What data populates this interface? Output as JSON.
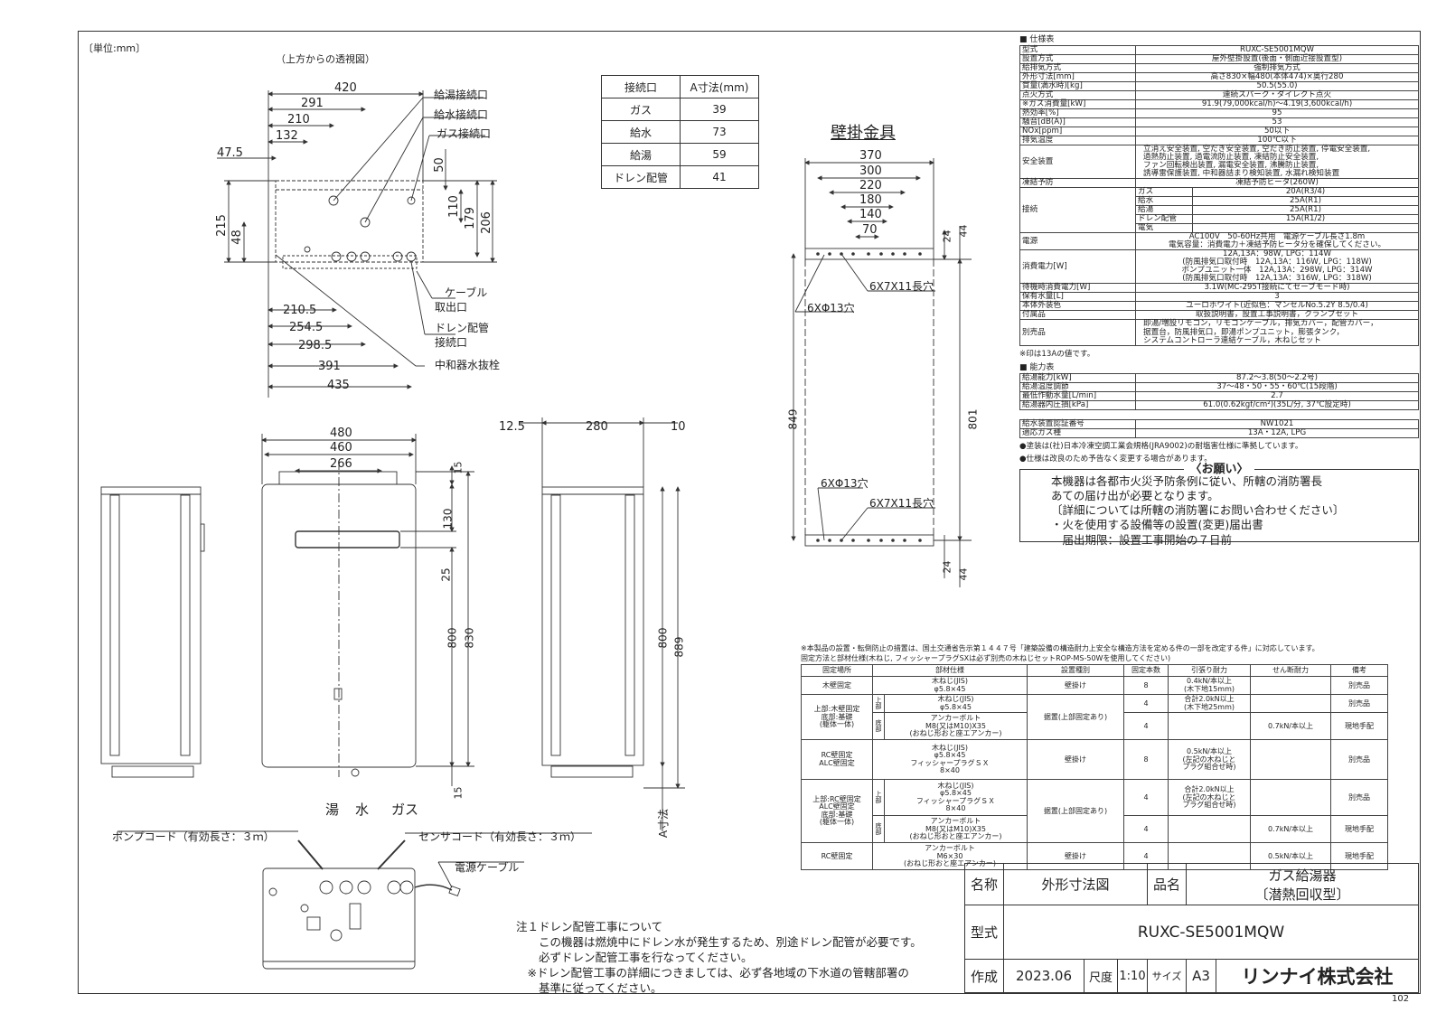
{
  "sheet": {
    "unit_label": "〔単位:mm〕",
    "top_view_label": "（上方からの透視図）",
    "page_number": "102",
    "bracket_title": "壁掛金具"
  },
  "top_view": {
    "widths": [
      "420",
      "291",
      "210",
      "132",
      "47.5"
    ],
    "heights": [
      "215",
      "48",
      "50",
      "110",
      "179",
      "206"
    ],
    "bottom_dims": [
      "210.5",
      "254.5",
      "298.5",
      "391",
      "435"
    ],
    "callouts": [
      "給湯接続口",
      "給水接続口",
      "ガス接続口",
      "ケーブル",
      "取出口",
      "ドレン配管",
      "接続口",
      "中和器水抜栓"
    ]
  },
  "connection_table": {
    "headers": [
      "接続口",
      "A寸法(mm)"
    ],
    "rows": [
      [
        "ガス",
        "39"
      ],
      [
        "給水",
        "73"
      ],
      [
        "給湯",
        "59"
      ],
      [
        "ドレン配管",
        "41"
      ]
    ]
  },
  "bracket": {
    "widths": [
      "370",
      "300",
      "220",
      "180",
      "140",
      "70"
    ],
    "heights": [
      "24",
      "44",
      "849",
      "801",
      "24",
      "44"
    ],
    "holes": [
      "6XΦ13穴",
      "6X7X11長穴",
      "6XΦ13穴",
      "6X7X11長穴"
    ]
  },
  "front_view": {
    "widths": [
      "480",
      "460",
      "266"
    ],
    "heights": [
      "15",
      "130",
      "25",
      "800",
      "830",
      "15"
    ],
    "labels": [
      "湯",
      "水",
      "ガス"
    ]
  },
  "side_view": {
    "widths": [
      "12.5",
      "280",
      "10"
    ],
    "heights": [
      "800",
      "889"
    ],
    "a_label": "A寸法"
  },
  "bottom_view": {
    "cords": [
      "ポンプコード（有効長さ：３ｍ）",
      "センサコード（有効長さ：３ｍ）",
      "電源ケーブル"
    ]
  },
  "note1": {
    "lines": [
      "注１ドレン配管工事について",
      "　　この機器は燃焼中にドレン水が発生するため、別途ドレン配管が必要です。",
      "　　必ずドレン配管工事を行なってください。",
      "　※ドレン配管工事の詳細につきましては、必ず各地域の下水道の管轄部署の",
      "　　基準に従ってください。"
    ]
  },
  "specs": {
    "header": "■ 仕様表",
    "rows": [
      [
        "型式",
        "RUXC-SE5001MQW"
      ],
      [
        "設置方式",
        "屋外壁掛設置(後面・側面近接設置型)"
      ],
      [
        "給排気方式",
        "強制排気方式"
      ],
      [
        "外形寸法[mm]",
        "高さ830×幅480(本体474)×奥行280"
      ],
      [
        "質量(満水時)[kg]",
        "50.5(55.0)"
      ],
      [
        "点火方式",
        "連続スパーク・ダイレクト点火"
      ],
      [
        "※ガス消費量[kW]",
        "91.9(79,000kcal/h)〜4.19(3,600kcal/h)"
      ],
      [
        "熱効率[%]",
        "95"
      ],
      [
        "騒音[dB(A)]",
        "53"
      ],
      [
        "NOx[ppm]",
        "50以下"
      ],
      [
        "排気温度",
        "100℃以下"
      ]
    ],
    "safety_label": "安全装置",
    "safety_value": [
      "立消え安全装置, 空だき安全装置, 空だき防止装置, 停電安全装置,",
      "過熱防止装置, 過電流防止装置, 凍結防止安全装置,",
      "ファン回転検出装置, 漏電安全装置, 沸騰防止装置,",
      "誘導雷保護装置, 中和器詰まり検知装置, 水漏れ検知装置"
    ],
    "freeze_label": "凍結予防",
    "freeze_value": "凍結予防ヒータ(260W)",
    "connect_label": "接続",
    "connect_rows": [
      [
        "ガス",
        "20A(R3/4)"
      ],
      [
        "給水",
        "25A(R1)"
      ],
      [
        "給湯",
        "25A(R1)"
      ],
      [
        "ドレン配管",
        "15A(R1/2)"
      ],
      [
        "電気",
        ""
      ]
    ],
    "power_label": "電源",
    "power_value": [
      "AC100V　50-60Hz共用　電源ケーブル長さ1.8m",
      "電気容量：消費電力＋凍結予防ヒータ分を確保してください。"
    ],
    "consume_label": "消費電力[W]",
    "consume_value": [
      "12A,13A：98W, LPG：114W",
      "(防風排気口取付時　12A,13A：116W, LPG：118W)",
      "ポンプユニット一体　12A,13A：298W, LPG：314W",
      "(防風排気口取付時　12A,13A：316W, LPG：318W)"
    ],
    "rows2": [
      [
        "待機時消費電力[W]",
        "3.1W(MC-295T接続にてセーブモード時)"
      ],
      [
        "保有水量[L]",
        "3"
      ],
      [
        "本体外装色",
        "ユーロホワイト(近似色：マンセルNo.5.2Y 8.5/0.4)"
      ],
      [
        "付属品",
        "取扱説明書，設置工事説明書，クランプセット"
      ]
    ],
    "sold_label": "別売品",
    "sold_value": [
      "即湯/増設リモコン，リモコンケーブル，排気カバー，配管カバー，",
      "据置台，防風排気口，即湯ポンプユニット，膨張タンク，",
      "システムコントローラ連結ケーブル，木ねじセット"
    ],
    "note_13a": "※印は13Aの値です。",
    "perf_header": "■ 能力表",
    "perf_rows": [
      [
        "給湯能力[kW]",
        "87.2〜3.8(50〜2.2号)"
      ],
      [
        "給湯温度調節",
        "37〜48・50・55・60℃(15段階)"
      ],
      [
        "最低作動水量[L/min]",
        "2.7"
      ],
      [
        "給湯器内圧損[kPa]",
        "61.0(0.62kgf/cm²)(35L/分, 37℃設定時)"
      ]
    ],
    "cert_rows": [
      [
        "給水装置認証番号",
        "NW1021"
      ],
      [
        "適応ガス種",
        "13A・12A, LPG"
      ]
    ],
    "footnotes": [
      "●塗装は(社)日本冷凍空調工業会規格(JRA9002)の耐塩害仕様に準拠しています。",
      "●仕様は改良のため予告なく変更する場合があります。"
    ]
  },
  "onegai": {
    "title": "〈お願い〉",
    "lines": [
      "本機器は各都市火災予防条例に従い、所轄の消防署長",
      "あての届け出が必要となります。",
      "〔詳細については所轄の消防署にお問い合わせください〕",
      "・火を使用する設備等の設置(変更)届出書",
      "　届出期限：設置工事開始の７日前"
    ]
  },
  "fixing": {
    "notes": [
      "※本製品の設置・転倒防止の措置は、国土交通省告示第１４４７号「建築設備の構造耐力上安全な構造方法を定める件の一部を改定する件」に対応しています。",
      "固定方法と部材仕様(木ねじ, フィッシャープラグSXは必ず別売の木ねじセットROP-MS-50Wを使用してください)"
    ],
    "headers": [
      "固定場所",
      "部材仕様",
      "設置種別",
      "固定本数",
      "引張り耐力",
      "せん断耐力",
      "備考"
    ],
    "wood": [
      "木壁固定",
      "木ねじ(JIS)",
      "φ5.8×45",
      "壁掛け",
      "8",
      "0.4kN/本以上",
      "(木下地15mm)",
      "別売品"
    ],
    "r2": [
      "上部:木壁固定",
      "上部",
      "木ねじ(JIS)",
      "φ5.8×45",
      "4",
      "合計2.0kN以上",
      "(木下地25mm)",
      "別売品"
    ],
    "r3": [
      "底部:基礎",
      "(躯体一体)",
      "底部",
      "アンカーボルト",
      "M8(又はM10)X35",
      "(おねじ形おと座エアンカー)",
      "据置(上部固定あり)",
      "4",
      "0.7kN/本以上",
      "現地手配"
    ],
    "r4": [
      "RC壁固定",
      "ALC壁固定",
      "木ねじ(JIS)",
      "φ5.8×45",
      "フィッシャープラグＳＸ",
      "8×40",
      "壁掛け",
      "8",
      "0.5kN/本以上",
      "(左記の木ねじと",
      "プラグ組合せ時)",
      "別売品"
    ],
    "r5": [
      "上部:RC壁固定",
      "ALC壁固定",
      "上部",
      "木ねじ(JIS)",
      "φ5.8×45",
      "フィッシャープラグＳＸ",
      "8×40",
      "4",
      "合計2.0kN以上",
      "(左記の木ねじと",
      "プラグ組合せ時)",
      "別売品"
    ],
    "r6": [
      "底部:基礎",
      "(躯体一体)",
      "底部",
      "アンカーボルト",
      "M8(又はM10)X35",
      "(おねじ形おと座エアンカー)",
      "据置(上部固定あり)",
      "4",
      "0.7kN/本以上",
      "現地手配"
    ],
    "r7": [
      "RC壁固定",
      "アンカーボルト",
      "M6×30",
      "(おねじ形おと座エアンカー)",
      "壁掛け",
      "4",
      "0.5kN/本以上",
      "現地手配"
    ]
  },
  "title_block": {
    "name_label": "名称",
    "name_value": "外形寸法図",
    "product_label": "品名",
    "product_value": [
      "ガス給湯器",
      "〔潜熱回収型〕"
    ],
    "model_label": "型式",
    "model_value": "RUXC-SE5001MQW",
    "made_label": "作成",
    "made_value": "2023.06",
    "scale_label": "尺度",
    "scale_value": "1:10",
    "size_label": "サイズ",
    "size_value": "A3",
    "company": "リンナイ株式会社"
  }
}
